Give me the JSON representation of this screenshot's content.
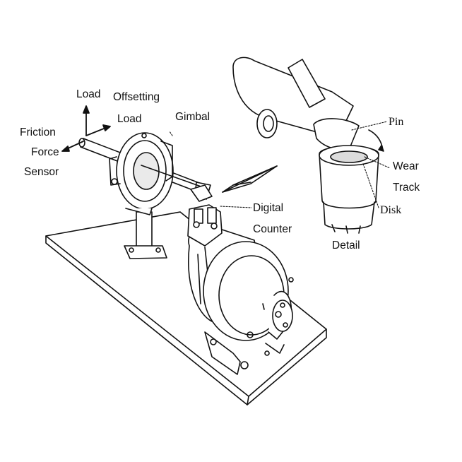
{
  "labels": {
    "load": "Load",
    "offsetting": "Offsetting",
    "offsetting_load": "Load",
    "gimbal": "Gimbal",
    "friction": "Friction",
    "force": "Force",
    "sensor": "Sensor",
    "digital": "Digital",
    "counter": "Counter",
    "pin": "Pin",
    "wear": "Wear",
    "track": "Track",
    "disk": "Disk",
    "detail": "Detail"
  },
  "colors": {
    "ink": "#111111",
    "paper": "#ffffff",
    "shade": "#cfcfcf"
  }
}
